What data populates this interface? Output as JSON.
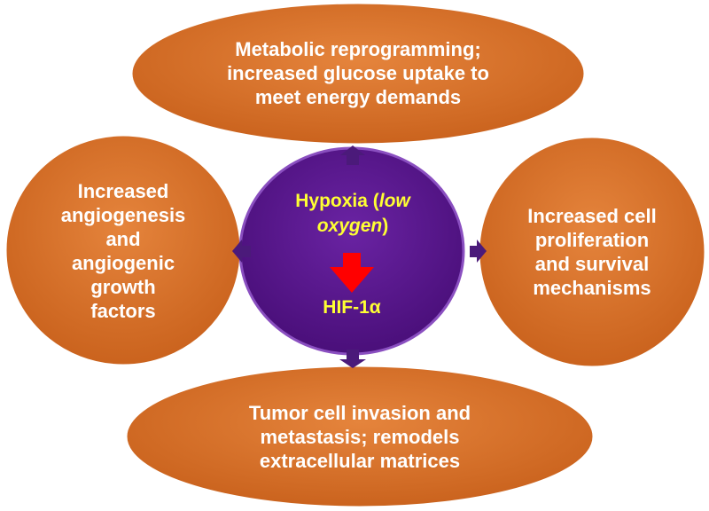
{
  "nodes": {
    "top": {
      "text": "Metabolic reprogramming;\nincreased glucose uptake to\nmeet energy demands"
    },
    "left": {
      "text": "Increased\nangiogenesis\nand\nangiogenic\ngrowth\nfactors"
    },
    "right": {
      "text": "Increased cell\nproliferation\nand survival\nmechanisms"
    },
    "bottom": {
      "text": "Tumor cell invasion and\nmetastasis; remodels\nextracellular matrices"
    }
  },
  "center": {
    "line1_prefix": "Hypoxia (",
    "line1_italic": "low",
    "line2_italic": "oxygen",
    "line2_suffix": ")",
    "target": "HIF-1α"
  },
  "colors": {
    "node_fill": "#d2691e",
    "node_stroke": "#ffffff",
    "center_fill": "#5b1a8b",
    "center_stroke": "#8a4fc0",
    "arrow_fill": "#4b1a7a",
    "red_arrow": "#ff0000",
    "center_text": "#ffff33"
  }
}
